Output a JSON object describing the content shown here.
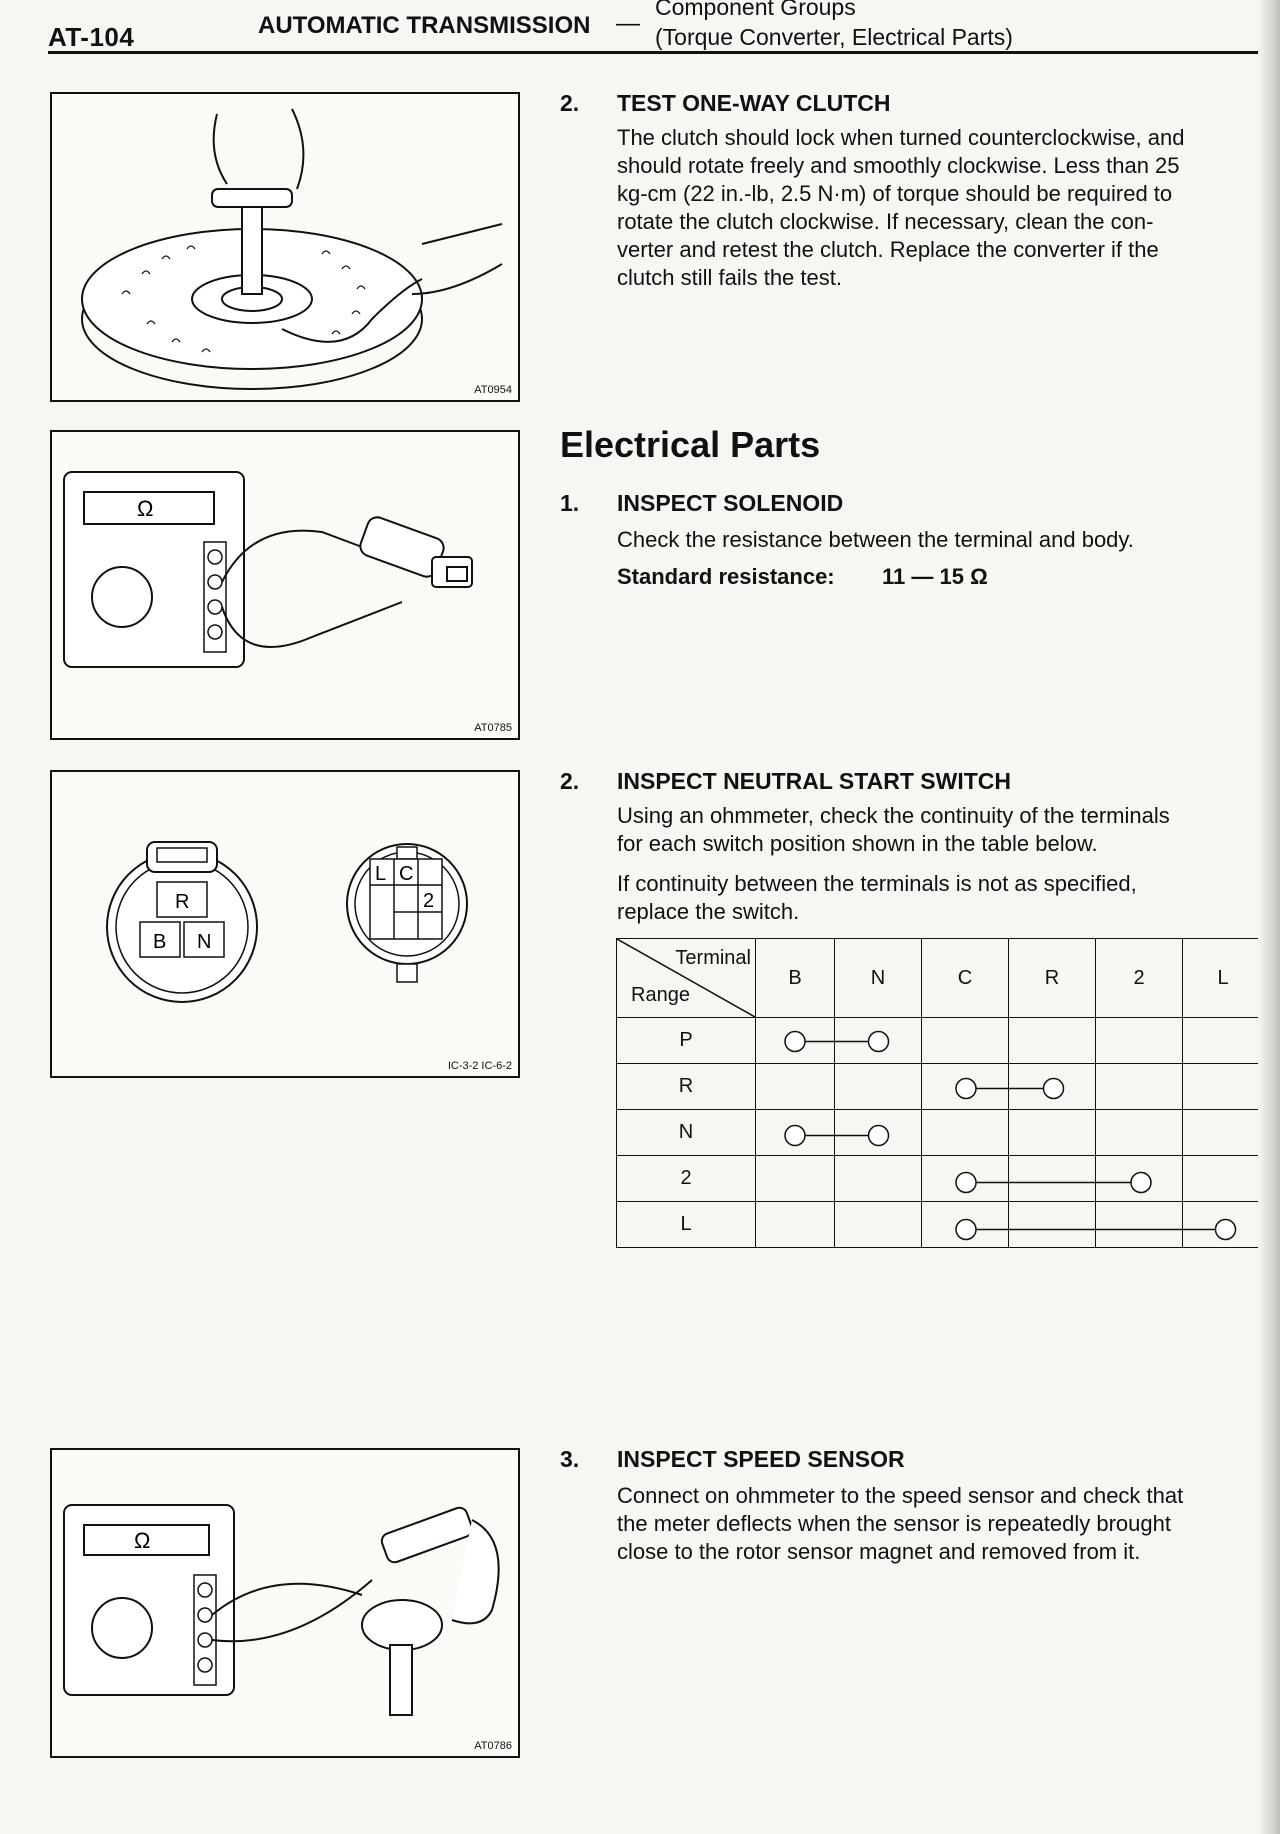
{
  "header": {
    "page_id": "AT-104",
    "title": "AUTOMATIC TRANSMISSION",
    "dash": "—",
    "subtitle_line1": "Component Groups",
    "subtitle_line2": "(Torque Converter, Electrical Parts)"
  },
  "figures": {
    "fig1_code": "AT0954",
    "fig2_code": "AT0785",
    "fig2_meter_symbol": "Ω",
    "fig3_code": "IC-3-2 IC-6-2",
    "fig3_left_labels": [
      "R",
      "B",
      "N"
    ],
    "fig3_right_labels": [
      "L",
      "C",
      "2"
    ],
    "fig4_code": "AT0786",
    "fig4_meter_symbol": "Ω"
  },
  "one_way_clutch": {
    "number": "2.",
    "title": "TEST ONE-WAY CLUTCH",
    "lines": [
      "The clutch should lock when turned counterclockwise, and",
      "should rotate freely and smoothly clockwise. Less than 25",
      "kg-cm (22 in.-lb, 2.5 N·m) of torque should be required to",
      "rotate the clutch clockwise. If necessary, clean the con-",
      "verter and retest the clutch. Replace the converter if the",
      "clutch still fails the test."
    ]
  },
  "electrical": {
    "heading": "Electrical Parts",
    "solenoid": {
      "number": "1.",
      "title": "INSPECT SOLENOID",
      "line": "Check the resistance between the terminal and body.",
      "spec_label": "Standard resistance:",
      "spec_value": "11 — 15 Ω"
    },
    "neutral_switch": {
      "number": "2.",
      "title": "INSPECT NEUTRAL START SWITCH",
      "lines1": [
        "Using an ohmmeter, check the continuity of the terminals",
        "for each switch position shown in the table below."
      ],
      "lines2": [
        "If continuity between the terminals is not as specified,",
        "replace the switch."
      ]
    },
    "speed_sensor": {
      "number": "3.",
      "title": "INSPECT SPEED SENSOR",
      "lines": [
        "Connect on ohmmeter to the speed sensor and check that",
        "the meter deflects when the sensor is repeatedly brought",
        "close to the rotor sensor magnet and removed from it."
      ]
    }
  },
  "continuity_table": {
    "corner_top": "Terminal",
    "corner_bottom": "Range",
    "columns": [
      "B",
      "N",
      "C",
      "R",
      "2",
      "L"
    ],
    "rows": [
      {
        "range": "P",
        "from": 0,
        "to": 1
      },
      {
        "range": "R",
        "from": 2,
        "to": 3
      },
      {
        "range": "N",
        "from": 0,
        "to": 1
      },
      {
        "range": "2",
        "from": 2,
        "to": 4
      },
      {
        "range": "L",
        "from": 2,
        "to": 5
      }
    ]
  }
}
